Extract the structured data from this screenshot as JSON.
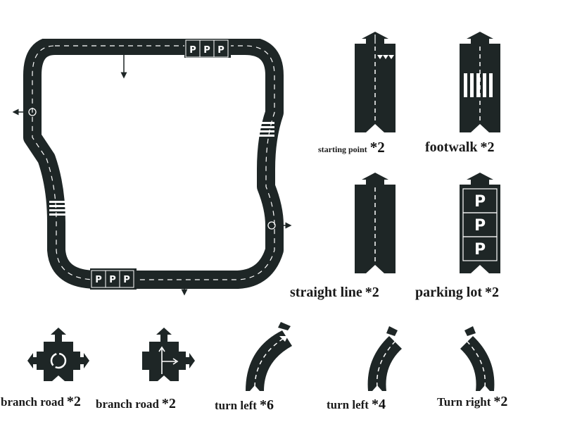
{
  "colors": {
    "road": "#1e2626",
    "marking": "#ffffff",
    "background": "#ffffff"
  },
  "track": {
    "parking_top": [
      "P",
      "P",
      "P"
    ],
    "parking_bottom": [
      "P",
      "P",
      "P"
    ]
  },
  "pieces": [
    {
      "id": "starting-point",
      "name": "starting point",
      "count": "*2"
    },
    {
      "id": "footwalk",
      "name": "footwalk",
      "count": "*2"
    },
    {
      "id": "straight-line",
      "name": "straight line",
      "count": "*2"
    },
    {
      "id": "parking-lot",
      "name": "parking lot",
      "count": "*2",
      "marks": [
        "P",
        "P",
        "P"
      ]
    },
    {
      "id": "branch-road-roundabout",
      "name": "branch road",
      "count": "*2"
    },
    {
      "id": "branch-road-junction",
      "name": "branch road",
      "count": "*2"
    },
    {
      "id": "turn-left-wide",
      "name": "turn left",
      "count": "*6"
    },
    {
      "id": "turn-left-narrow",
      "name": "turn left",
      "count": "*4"
    },
    {
      "id": "turn-right",
      "name": "Turn right",
      "count": "*2"
    }
  ]
}
